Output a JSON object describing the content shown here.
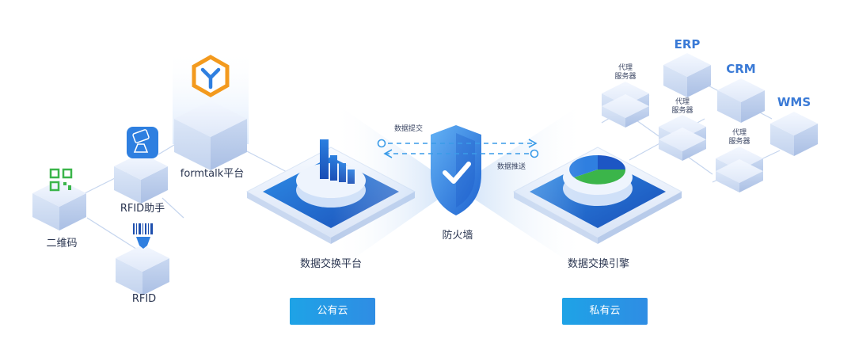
{
  "devices": {
    "qr": "二维码",
    "rfid_helper": "RFID助手",
    "rfid": "RFID",
    "formtalk": "formtalk平台"
  },
  "exchange_platform": "数据交换平台",
  "firewall": "防火墙",
  "exchange_engine": "数据交换引擎",
  "arrows": {
    "submit": "数据提交",
    "push": "数据推送"
  },
  "clouds": {
    "public": "公有云",
    "private": "私有云"
  },
  "proxy": {
    "line1": "代理",
    "line2": "服务器"
  },
  "systems": {
    "erp": "ERP",
    "crm": "CRM",
    "wms": "WMS"
  },
  "colors": {
    "primary": "#2f7fe0",
    "deep": "#1d56c4",
    "accent_orange": "#f39a1e",
    "accent_green": "#3bb54a",
    "label_blue": "#3a7ad6"
  }
}
